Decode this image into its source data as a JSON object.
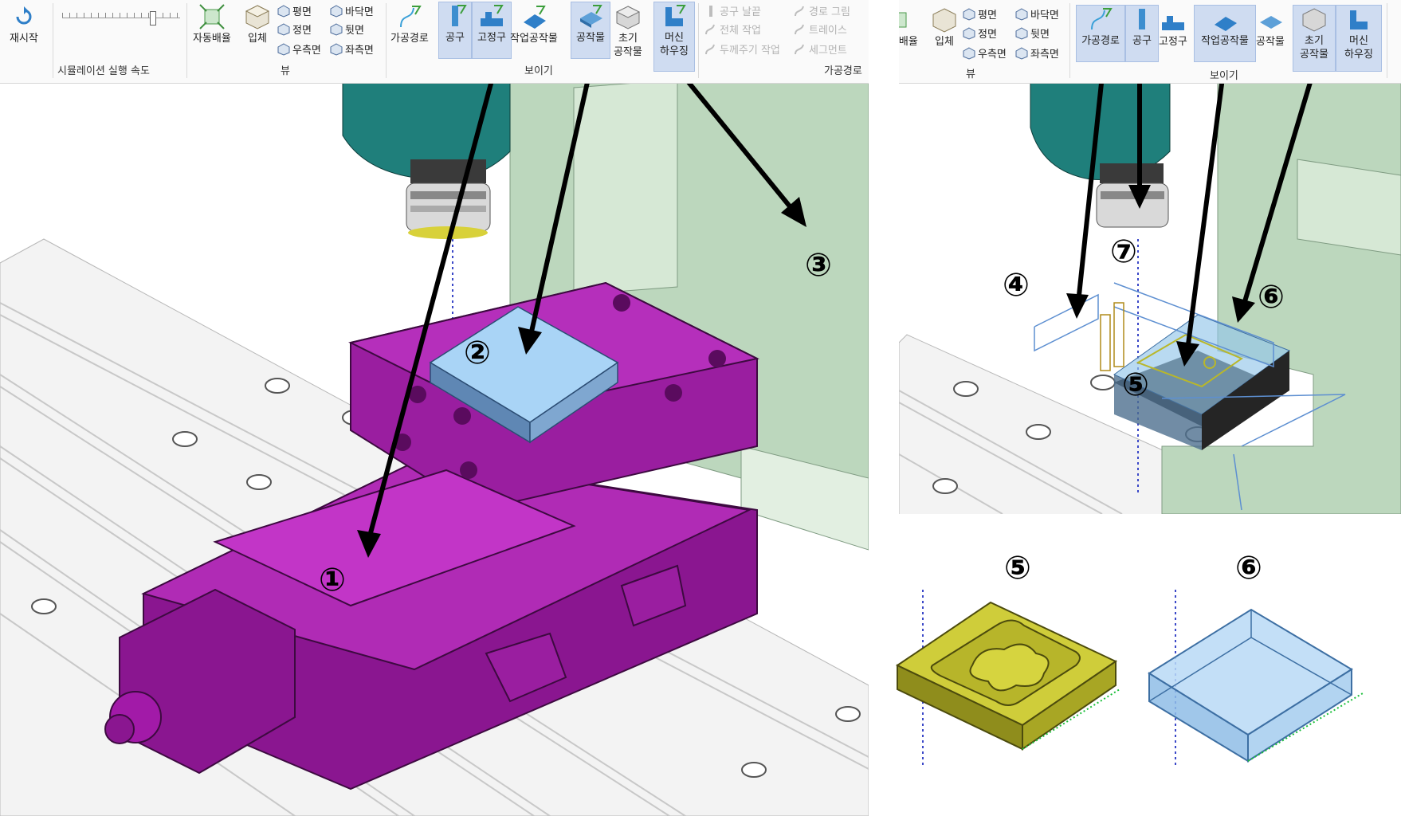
{
  "ribbon": {
    "restart_label": "재시작",
    "sim_speed_label": "시뮬레이션 실행 속도",
    "view_group": {
      "auto_fit": "자동배율",
      "solid": "입체",
      "plan": "평면",
      "front": "정면",
      "right": "우측면",
      "bottom": "바닥면",
      "back": "뒷면",
      "left": "좌측면",
      "group_label": "뷰"
    },
    "show_group": {
      "toolpath": "가공경로",
      "tool": "공구",
      "fixture": "고정구",
      "in_process_stock": "작업공작물",
      "part": "공작물",
      "initial_stock_line1": "초기",
      "initial_stock_line2": "공작물",
      "machine_housing_line1": "머신",
      "machine_housing_line2": "하우징",
      "group_label": "보이기"
    },
    "toolpath_group": {
      "tool_tip": "공구 날끝",
      "all_operations": "전체 작업",
      "thickness_cycle": "두께주기 작업",
      "path_draw": "경로 그림",
      "trace": "트레이스",
      "segment": "세그먼트",
      "group_label": "가공경로"
    }
  },
  "callouts": {
    "c1": "①",
    "c2": "②",
    "c3": "③",
    "c4": "④",
    "c5": "⑤",
    "c6": "⑥",
    "c7": "⑦",
    "c5b": "⑤",
    "c6b": "⑥"
  },
  "colors": {
    "vise": "#a21aa8",
    "stock": "#9ccbf0",
    "part": "#b9b72a",
    "housing": "#bcd7bd",
    "spindle": "#1f7f7b",
    "ribbon_active": "#cfdcf1"
  }
}
